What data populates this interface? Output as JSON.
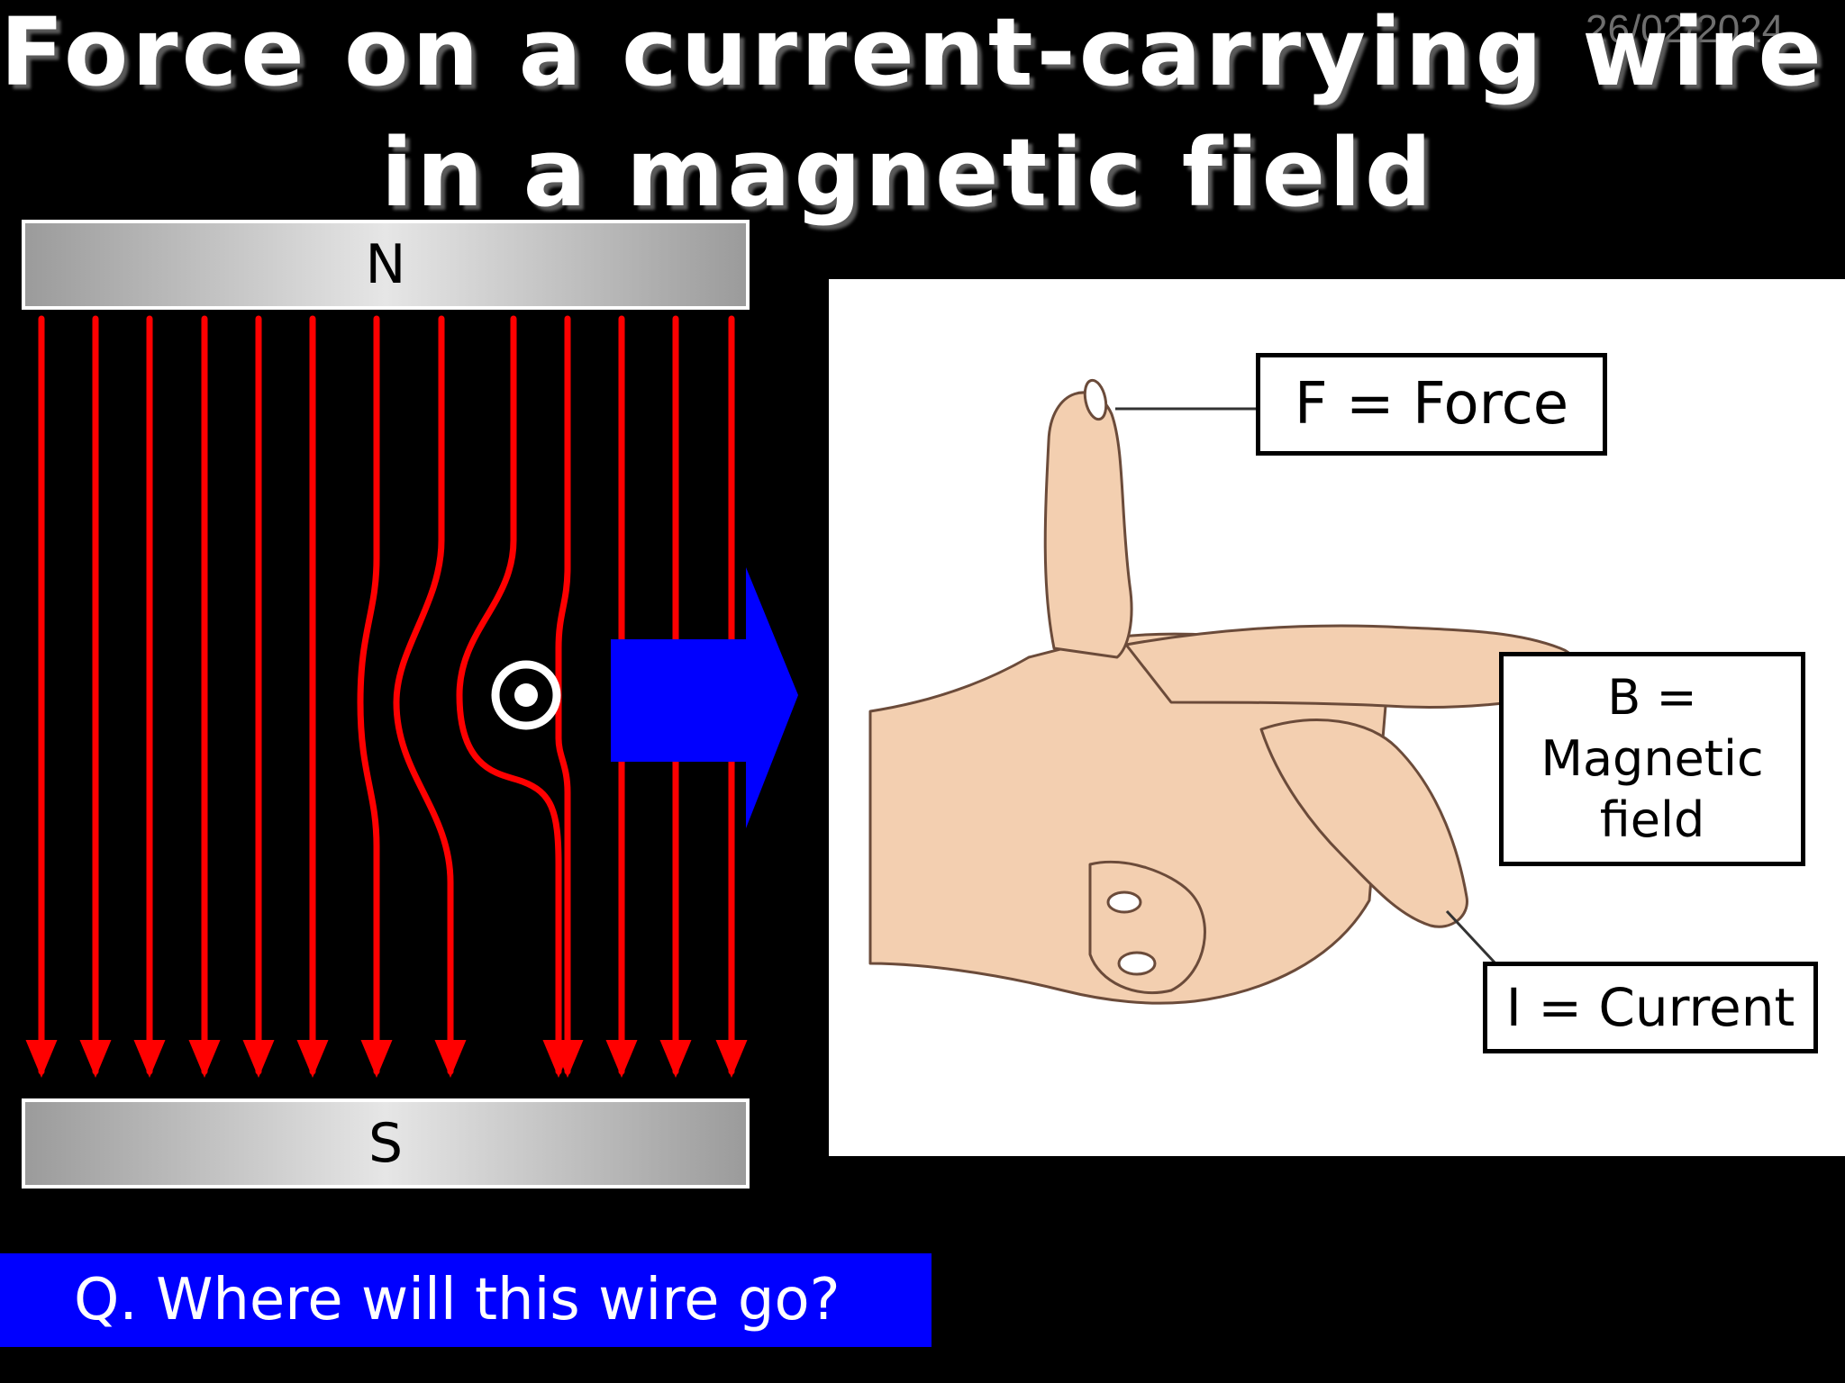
{
  "slide": {
    "date": "26/02/2024",
    "title_line1": "Force on a current-carrying wire",
    "title_line2": "in a magnetic field",
    "question": "Q. Where will this wire go?"
  },
  "magnet": {
    "north_label": "N",
    "south_label": "S"
  },
  "field_diagram": {
    "field_line_count": 13,
    "field_line_color": "#ff0000",
    "field_direction": "north-to-south",
    "wire_symbol": "current-out-of-page-dot",
    "force_arrow_color": "#0000ff",
    "force_arrow_direction": "right"
  },
  "hand_diagram": {
    "rule": "left-hand",
    "labels": {
      "force": "F = Force",
      "field_line1": "B =",
      "field_line2": "Magnetic",
      "field_line3": "field",
      "current": "I = Current"
    }
  },
  "colors": {
    "background": "#000000",
    "field_lines": "#ff0000",
    "arrow": "#0000ff",
    "question_box": "#0000ff",
    "skin": "#f3cfb0"
  }
}
